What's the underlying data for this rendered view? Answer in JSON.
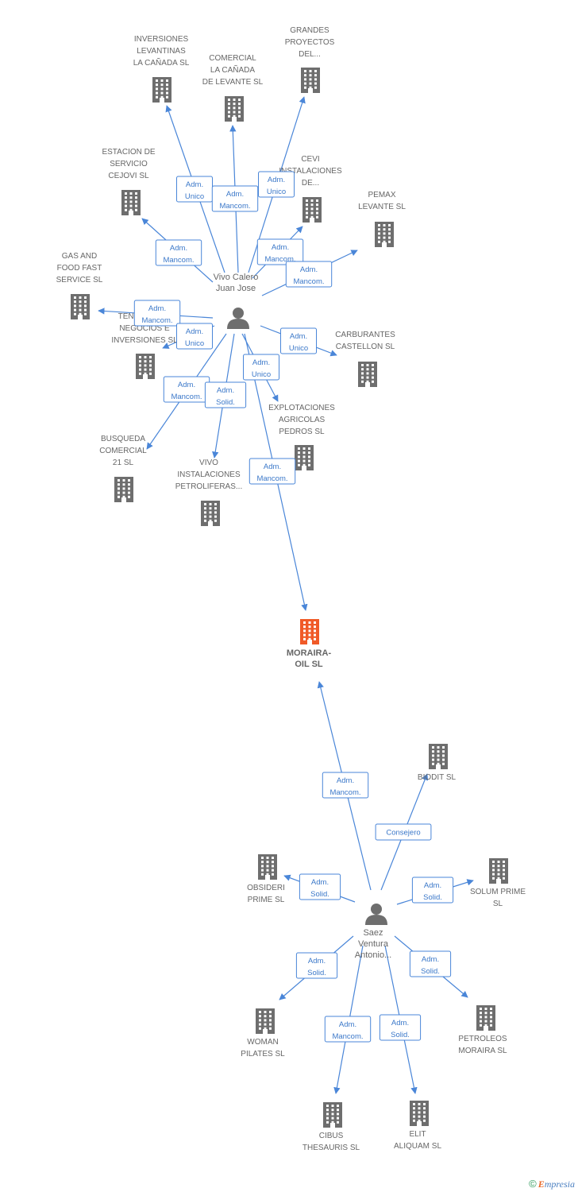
{
  "colors": {
    "building": "#6e6e6e",
    "building_focus": "#f05a28",
    "person": "#6e6e6e",
    "edge": "#4a86d8",
    "label_text": "#666666",
    "rel_text": "#3b78c9"
  },
  "focus_company": {
    "lines": [
      "MORAIRA-",
      "OIL SL"
    ]
  },
  "people": [
    {
      "id": "p1",
      "lines": [
        "Vivo Calero",
        "Juan Jose"
      ]
    },
    {
      "id": "p2",
      "lines": [
        "Saez",
        "Ventura",
        "Antonio..."
      ]
    }
  ],
  "companies": [
    {
      "id": "c1",
      "lines": [
        "INVERSIONES",
        "LEVANTINAS",
        "LA CAÑADA  SL"
      ]
    },
    {
      "id": "c2",
      "lines": [
        "COMERCIAL",
        "LA CAÑADA",
        "DE LEVANTE SL"
      ]
    },
    {
      "id": "c3",
      "lines": [
        "GRANDES",
        "PROYECTOS",
        "DEL..."
      ]
    },
    {
      "id": "c4",
      "lines": [
        "ESTACION DE",
        "SERVICIO",
        "CEJOVI SL"
      ]
    },
    {
      "id": "c5",
      "lines": [
        "CEVI",
        "INSTALACIONES",
        "DE..."
      ]
    },
    {
      "id": "c6",
      "lines": [
        "PEMAX",
        "LEVANTE  SL"
      ]
    },
    {
      "id": "c7",
      "lines": [
        "GAS AND",
        "FOOD FAST",
        "SERVICE SL"
      ]
    },
    {
      "id": "c8",
      "lines": [
        "TENENCIA DE",
        "NEGOCIOS E",
        "INVERSIONES SL"
      ]
    },
    {
      "id": "c9",
      "lines": [
        "CARBURANTES",
        "CASTELLON SL"
      ]
    },
    {
      "id": "c10",
      "lines": [
        "EXPLOTACIONES",
        "AGRICOLAS",
        "PEDROS SL"
      ]
    },
    {
      "id": "c11",
      "lines": [
        "BUSQUEDA",
        "COMERCIAL",
        "21 SL"
      ]
    },
    {
      "id": "c12",
      "lines": [
        "VIVO",
        "INSTALACIONES",
        "PETROLIFERAS..."
      ]
    },
    {
      "id": "c13",
      "lines": [
        "BIODIT SL"
      ]
    },
    {
      "id": "c14",
      "lines": [
        "OBSIDERI",
        "PRIME  SL"
      ]
    },
    {
      "id": "c15",
      "lines": [
        "SOLUM PRIME",
        "SL"
      ]
    },
    {
      "id": "c16",
      "lines": [
        "WOMAN",
        "PILATES SL"
      ]
    },
    {
      "id": "c17",
      "lines": [
        "PETROLEOS",
        "MORAIRA SL"
      ]
    },
    {
      "id": "c18",
      "lines": [
        "CIBUS",
        "THESAURIS SL"
      ]
    },
    {
      "id": "c19",
      "lines": [
        "ELIT",
        "ALIQUAM  SL"
      ]
    }
  ],
  "relations": [
    {
      "from": "p1",
      "to": "c1",
      "role": [
        "Adm.",
        "Unico"
      ]
    },
    {
      "from": "p1",
      "to": "c2",
      "role": [
        "Adm.",
        "Mancom."
      ]
    },
    {
      "from": "p1",
      "to": "c3",
      "role": [
        "Adm.",
        "Unico"
      ]
    },
    {
      "from": "p1",
      "to": "c4",
      "role": [
        "Adm.",
        "Mancom."
      ]
    },
    {
      "from": "p1",
      "to": "c5",
      "role": [
        "Adm.",
        "Mancom."
      ]
    },
    {
      "from": "p1",
      "to": "c6",
      "role": [
        "Adm.",
        "Mancom."
      ]
    },
    {
      "from": "p1",
      "to": "c7",
      "role": [
        "Adm.",
        "Mancom."
      ]
    },
    {
      "from": "p1",
      "to": "c8",
      "role": [
        "Adm.",
        "Unico"
      ]
    },
    {
      "from": "p1",
      "to": "c9",
      "role": [
        "Adm.",
        "Unico"
      ]
    },
    {
      "from": "p1",
      "to": "c10",
      "role": [
        "Adm.",
        "Unico"
      ]
    },
    {
      "from": "p1",
      "to": "c11",
      "role": [
        "Adm.",
        "Mancom."
      ]
    },
    {
      "from": "p1",
      "to": "c12",
      "role": [
        "Adm.",
        "Solid."
      ]
    },
    {
      "from": "p1",
      "to": "focus",
      "role": [
        "Adm.",
        "Mancom."
      ]
    },
    {
      "from": "p2",
      "to": "focus",
      "role": [
        "Adm.",
        "Mancom."
      ]
    },
    {
      "from": "p2",
      "to": "c13",
      "role": [
        "Consejero"
      ]
    },
    {
      "from": "p2",
      "to": "c14",
      "role": [
        "Adm.",
        "Solid."
      ]
    },
    {
      "from": "p2",
      "to": "c15",
      "role": [
        "Adm.",
        "Solid."
      ]
    },
    {
      "from": "p2",
      "to": "c16",
      "role": [
        "Adm.",
        "Solid."
      ]
    },
    {
      "from": "p2",
      "to": "c17",
      "role": [
        "Adm.",
        "Solid."
      ]
    },
    {
      "from": "p2",
      "to": "c18",
      "role": [
        "Adm.",
        "Mancom."
      ]
    },
    {
      "from": "p2",
      "to": "c19",
      "role": [
        "Adm.",
        "Solid."
      ]
    }
  ],
  "footer": {
    "copyright": "©",
    "brand_initial": "E",
    "brand_rest": "mpresia"
  }
}
